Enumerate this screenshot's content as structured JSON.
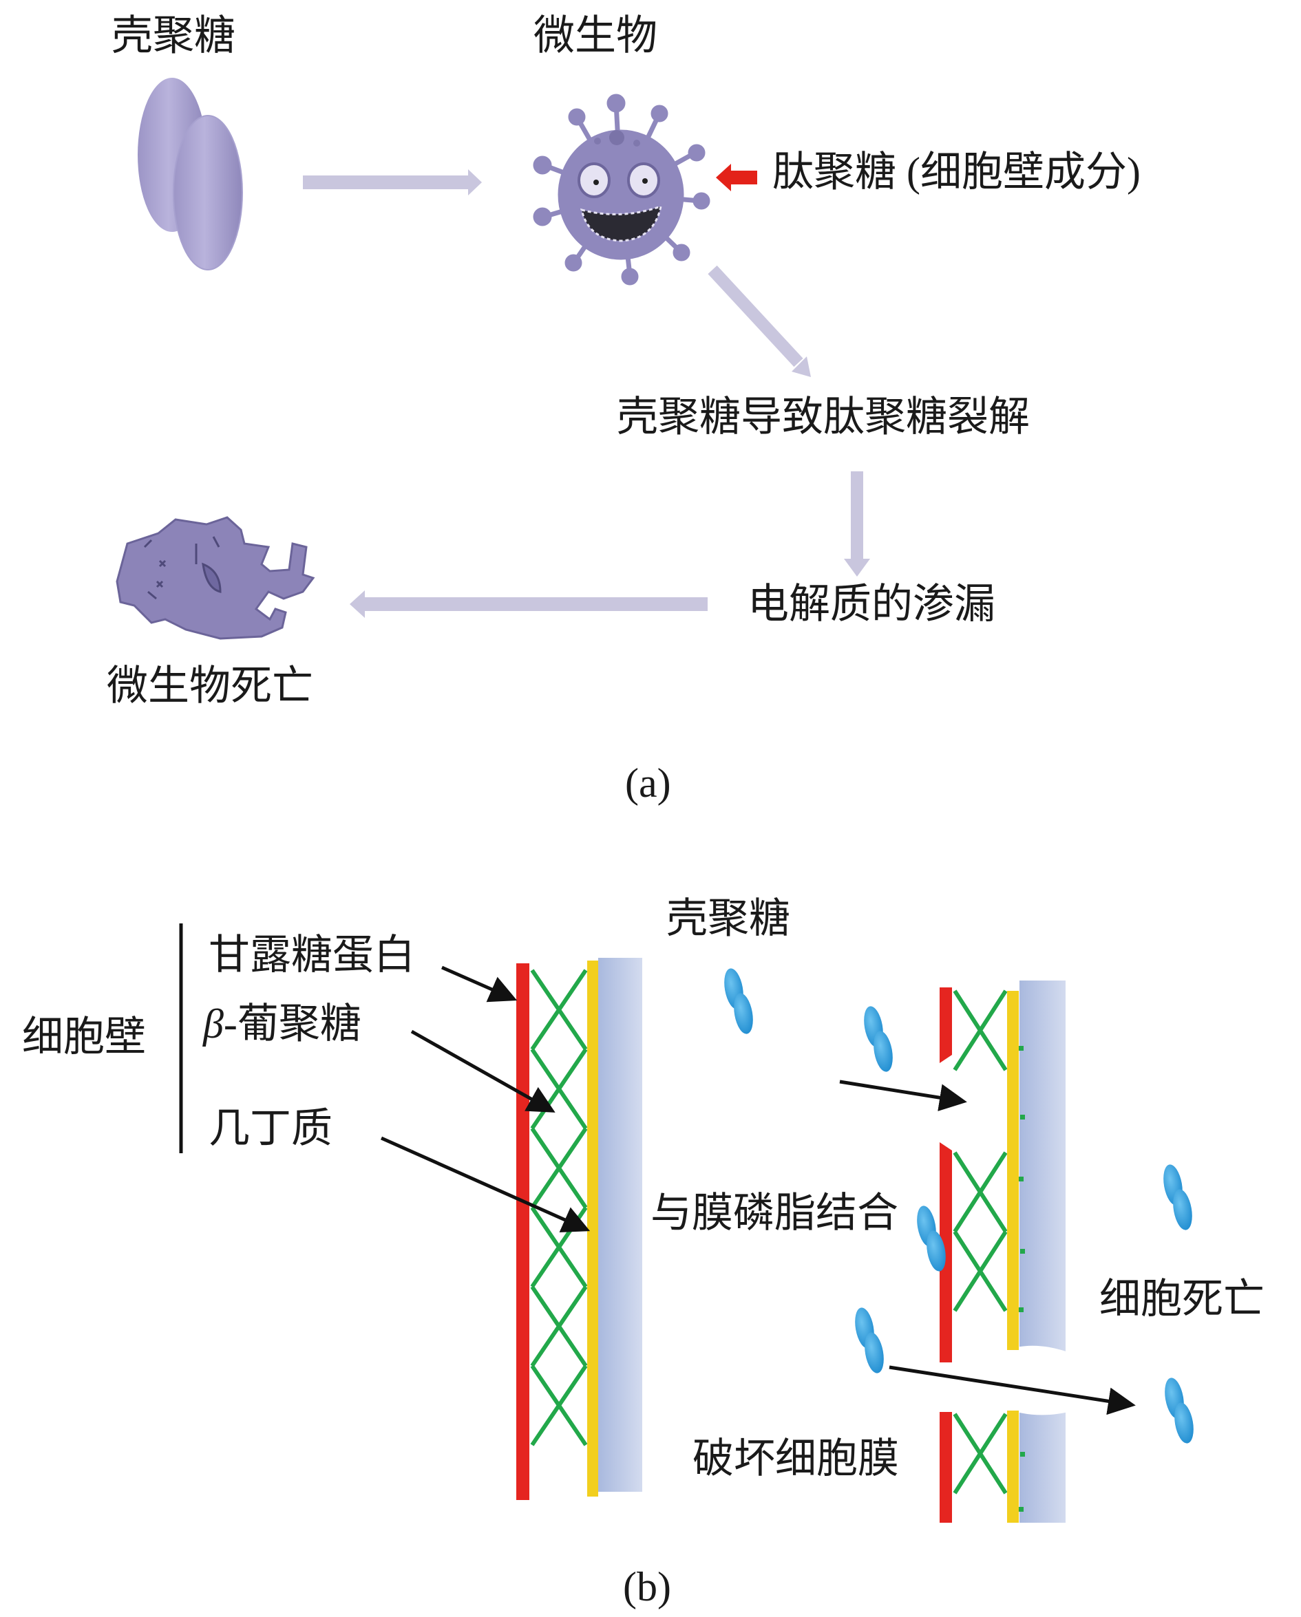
{
  "panel_a": {
    "caption": "(a)",
    "chitosan_label": "壳聚糖",
    "microbe_label": "微生物",
    "peptidoglycan_label": "肽聚糖 (细胞壁成分)",
    "step1_label": "壳聚糖导致肽聚糖裂解",
    "step2_label": "电解质的渗漏",
    "death_label": "微生物死亡"
  },
  "panel_b": {
    "caption": "(b)",
    "cell_wall_label": "细胞壁",
    "mannoprotein_label": "甘露糖蛋白",
    "glucan_label": "β-葡聚糖",
    "chitin_label": "几丁质",
    "chitosan_label": "壳聚糖",
    "bind_label": "与膜磷脂结合",
    "cell_death_label": "细胞死亡",
    "disrupt_label": "破坏细胞膜"
  },
  "colors": {
    "flow_arrow": "#c9c6de",
    "microbe": "#8f88bd",
    "pointer_red": "#e32219",
    "mannoprotein_layer": "#e52520",
    "glucan_mesh": "#22a84a",
    "chitin_layer": "#f2cf1e",
    "membrane": "#b4c3e2",
    "chitosan_particle": "#2f9fdc"
  }
}
